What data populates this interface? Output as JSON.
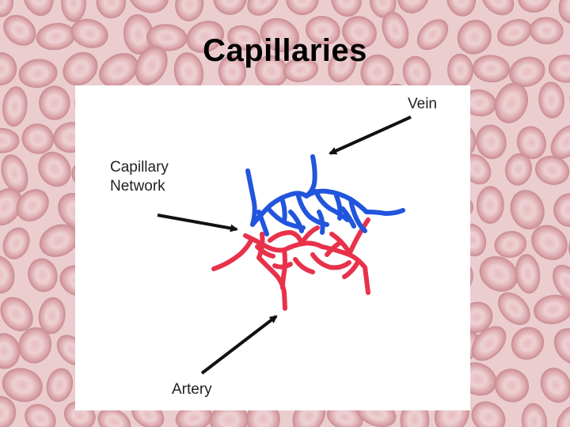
{
  "slide": {
    "title": "Capillaries"
  },
  "diagram": {
    "labels": {
      "vein": "Vein",
      "capillary_line1": "Capillary",
      "capillary_line2": "Network",
      "artery": "Artery"
    },
    "colors": {
      "venous": "#2255dd",
      "arterial": "#e8324a",
      "arrow": "#111111",
      "background_tint": "#e9c9cc",
      "cell_color": "#d9a5aa"
    }
  }
}
